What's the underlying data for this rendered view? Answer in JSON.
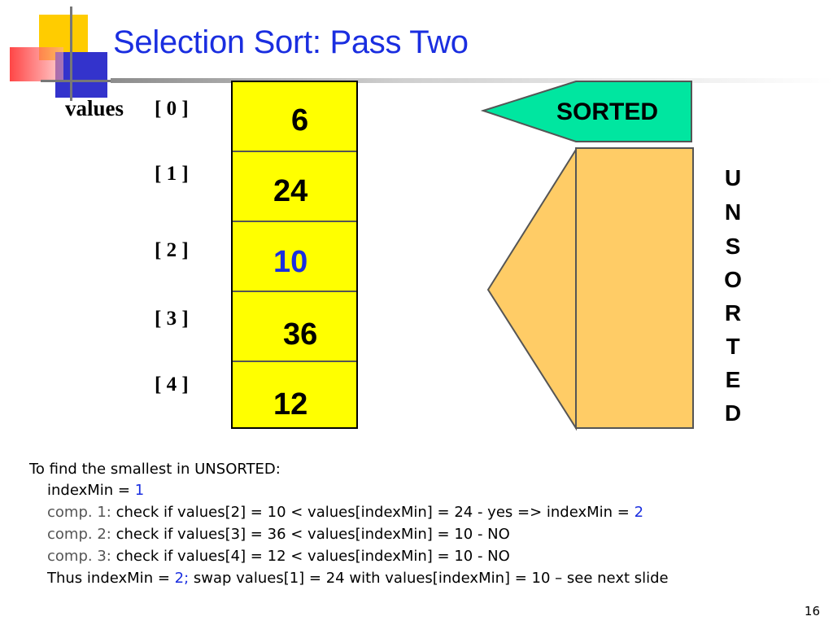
{
  "title": "Selection Sort: Pass Two",
  "array": {
    "name": "values",
    "indices": [
      "[ 0 ]",
      "[ 1 ]",
      "[ 2 ]",
      "[ 3 ]",
      "[ 4 ]"
    ],
    "cells": [
      "6",
      "24",
      "10",
      "36",
      "12"
    ],
    "colors": {
      "cell_fill": "#ffff00",
      "highlight_value": "#1a2ee0"
    }
  },
  "sorted_label": "SORTED",
  "unsorted_letters": [
    "U",
    "N",
    "S",
    "O",
    "R",
    "T",
    "E",
    "D"
  ],
  "colors": {
    "sorted_fill": "#00e6a0",
    "unsorted_fill": "#ffcc66",
    "accent": "#1a2ee0"
  },
  "explanation": {
    "intro": "To find the smallest in UNSORTED:",
    "init_label": "indexMin = ",
    "init_value": "1",
    "comp1_label": "comp. 1:",
    "comp1_text": " check if values[2] = 10 < values[indexMin] = 24 - yes => indexMin = ",
    "comp1_value": "2",
    "comp2_label": "comp. 2:",
    "comp2_text": " check if values[3] = 36 < values[indexMin] = 10 - NO",
    "comp3_label": "comp. 3:",
    "comp3_text": " check if values[4] = 12 < values[indexMin] = 10 - NO",
    "thus_label": "Thus indexMin = ",
    "thus_value": "2;",
    "thus_text": " swap values[1] = 24 with values[indexMin] = 10 – see next slide"
  },
  "slide_number": "16"
}
